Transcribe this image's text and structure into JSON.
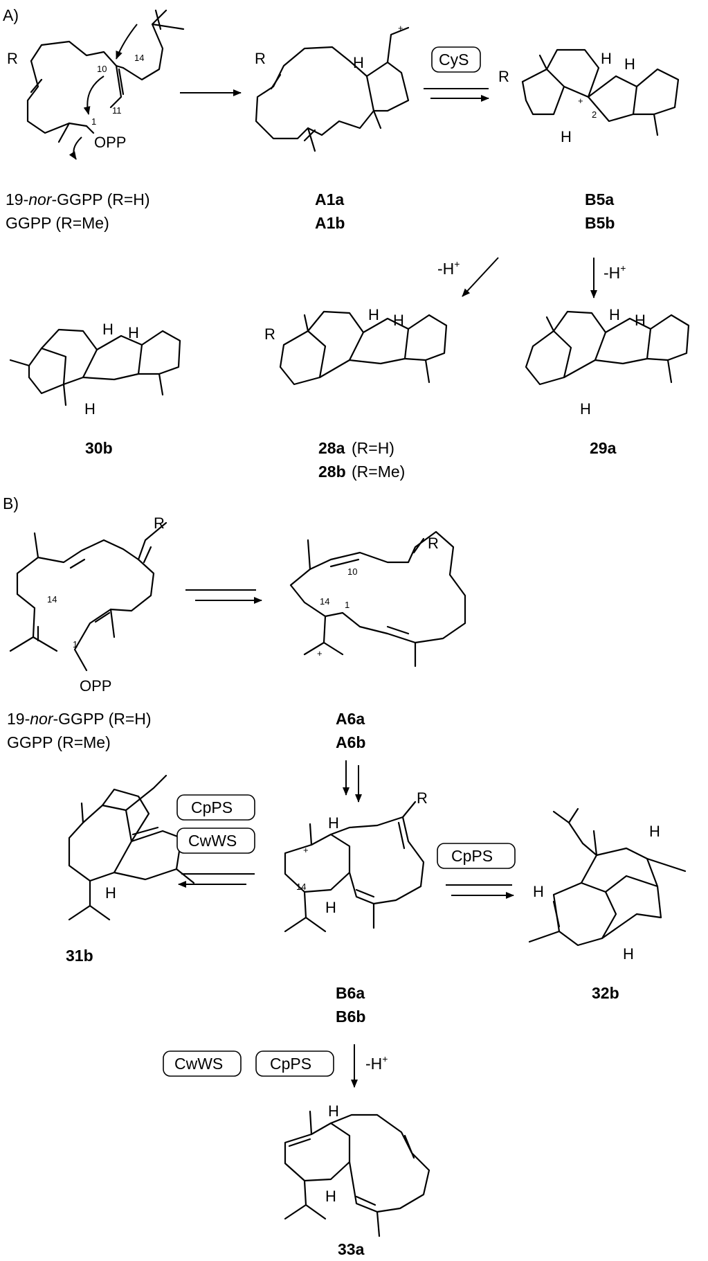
{
  "panels": {
    "a": "A)",
    "b": "B)"
  },
  "precursor_labels": {
    "nor_prefix": "19-",
    "nor_italic": "nor",
    "nor_suffix": "-GGPP (R=H)",
    "ggpp": "GGPP (R=Me)"
  },
  "compounds": {
    "A1a": "A1a",
    "A1b": "A1b",
    "B5a": "B5a",
    "B5b": "B5b",
    "c30b": "30b",
    "c28a": "28a",
    "c28a_note": "(R=H)",
    "c28b": "28b",
    "c28b_note": "(R=Me)",
    "c29a": "29a",
    "A6a": "A6a",
    "A6b": "A6b",
    "B6a": "B6a",
    "B6b": "B6b",
    "c31b": "31b",
    "c32b": "32b",
    "c33a": "33a"
  },
  "enzymes": {
    "CyS": "CyS",
    "CpPS": "CpPS",
    "CwWS": "CwWS"
  },
  "conditions": {
    "deprotonation": "-H",
    "plus": "+"
  },
  "atoms": {
    "R": "R",
    "H": "H",
    "OPP": "OPP",
    "plus": "+"
  },
  "numbers": {
    "n1": "1",
    "n2": "2",
    "n10": "10",
    "n11": "11",
    "n14": "14"
  }
}
